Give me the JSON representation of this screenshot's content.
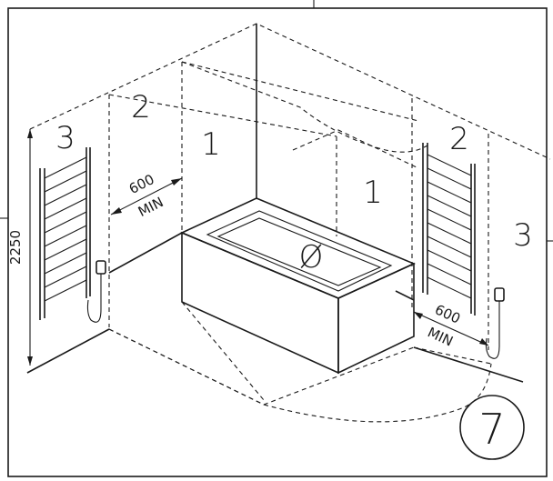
{
  "zones": {
    "left_3": "3",
    "left_2": "2",
    "back_1": "1",
    "right_1": "1",
    "right_2": "2",
    "right_3": "3",
    "bath_zone": "Ø"
  },
  "dimensions": {
    "height": "2250",
    "left_clearance_value": "600",
    "left_clearance_unit": "MIN",
    "right_clearance_value": "600",
    "right_clearance_unit": "MIN"
  },
  "figure_number": "7"
}
